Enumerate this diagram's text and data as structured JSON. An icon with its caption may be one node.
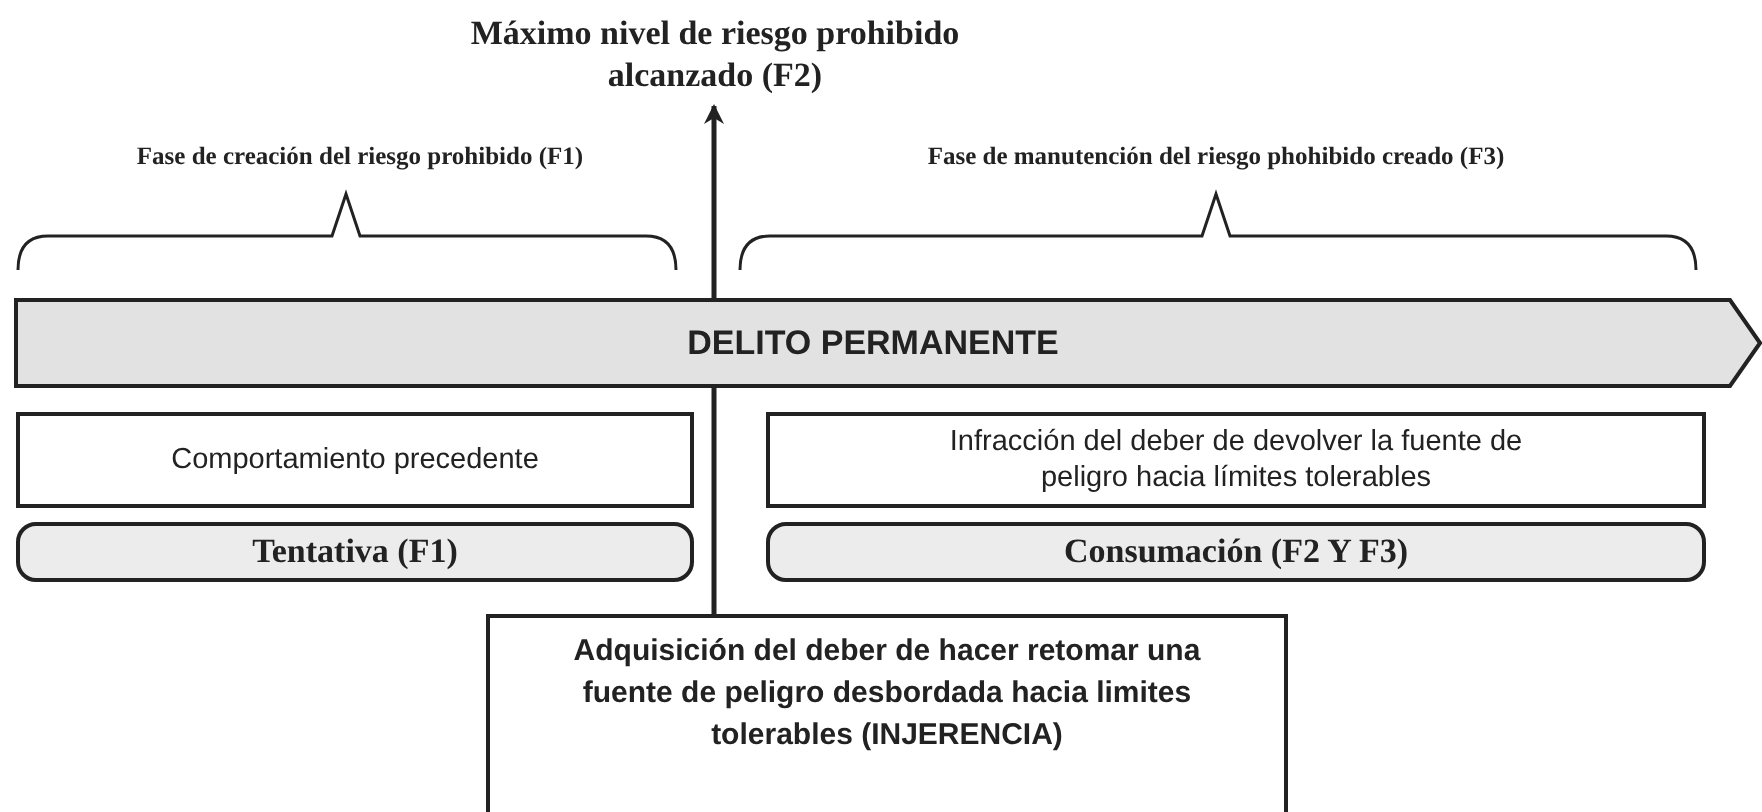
{
  "diagram": {
    "nodes": [
      {
        "text": [
          "Máximo nivel de riesgo prohibido alcanzado (F2)"
        ]
      },
      {
        "text": [
          "DELITO PERMANENTE"
        ]
      },
      {
        "text": [
          "Comportamiento precedente"
        ]
      },
      {
        "text": [
          "Infracción del deber de devolver la fuente de peligro hacia límites tolerables"
        ]
      },
      {
        "text": [
          "Tentativa (F1)"
        ]
      },
      {
        "text": [
          "Consumación (F2 Y F3)"
        ]
      },
      {
        "text": [
          "Adquisición del deber de hacer retomar una fuente de peligro desbordada hacia limites tolerables (INJERENCIA)"
        ]
      }
    ],
    "edges": [
      {
        "from": 6,
        "to": 0,
        "arrow": "to"
      }
    ],
    "labels": [
      "Fase de creación del riesgo prohibido (F1)",
      "Fase de manutención del riesgo phohibido creado (F3)"
    ]
  }
}
